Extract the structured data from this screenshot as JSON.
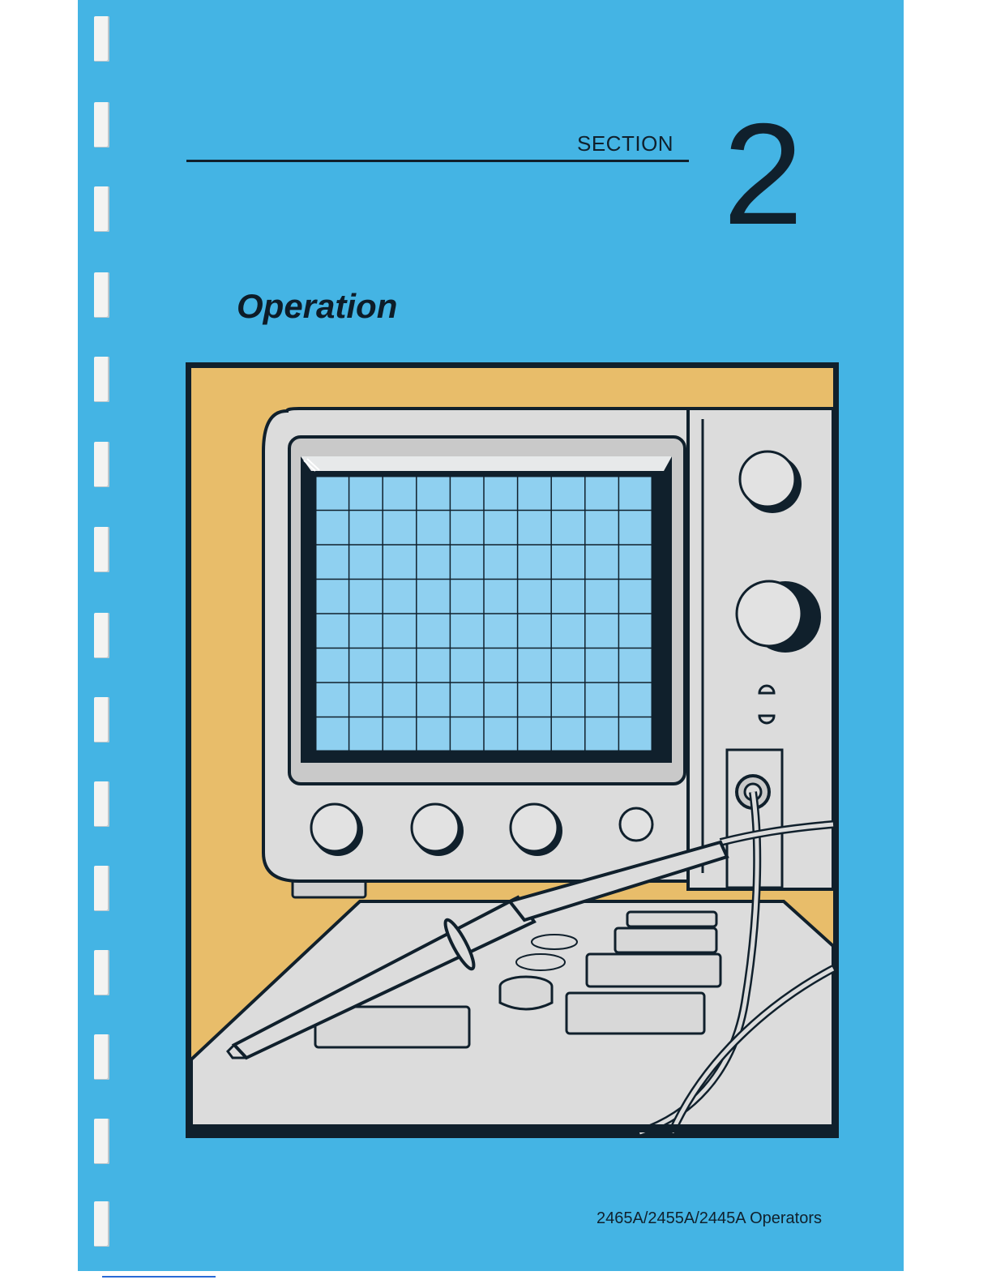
{
  "header": {
    "section_label": "SECTION",
    "section_number": "2"
  },
  "title": "Operation",
  "footer": {
    "manual_title": "2465A/2455A/2445A Operators"
  },
  "illustration": {
    "subject": "oscilloscope-with-probe-on-circuit-board",
    "graticule": {
      "columns": 10,
      "rows": 8
    }
  },
  "colors": {
    "cover_blue": "#44b4e4",
    "background_tan": "#e8bd6a",
    "instrument_gray": "#dcdcdc",
    "screen_blue": "#8fd0f0",
    "ink": "#10202c"
  }
}
